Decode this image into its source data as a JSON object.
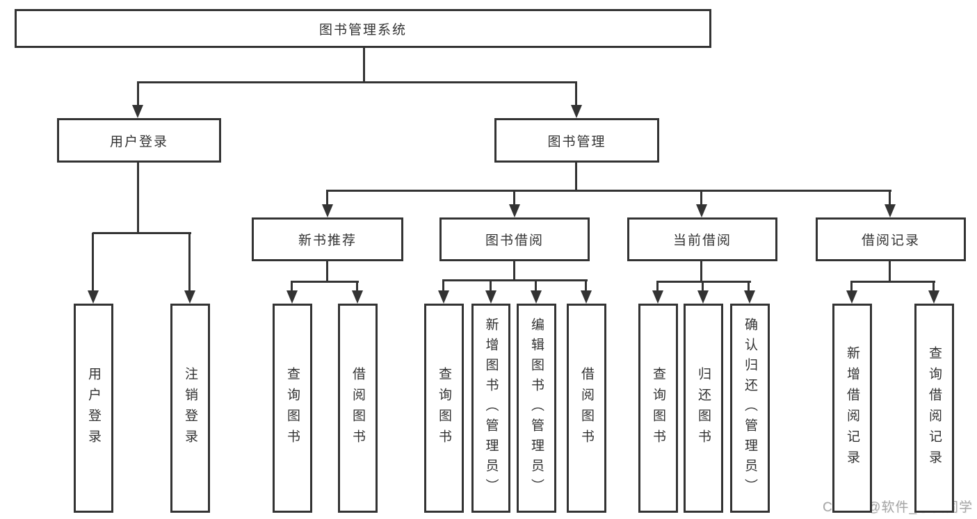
{
  "tree": {
    "label": "图书管理系统",
    "children": [
      {
        "label": "用户登录",
        "children": [
          {
            "label": "用户登录"
          },
          {
            "label": "注销登录"
          }
        ]
      },
      {
        "label": "图书管理",
        "children": [
          {
            "label": "新书推荐",
            "children": [
              {
                "label": "查询图书"
              },
              {
                "label": "借阅图书"
              }
            ]
          },
          {
            "label": "图书借阅",
            "children": [
              {
                "label": "查询图书"
              },
              {
                "label": "新增图书（管理员）"
              },
              {
                "label": "编辑图书（管理员）"
              },
              {
                "label": "借阅图书"
              }
            ]
          },
          {
            "label": "当前借阅",
            "children": [
              {
                "label": "查询图书"
              },
              {
                "label": "归还图书"
              },
              {
                "label": "确认归还（管理员）"
              }
            ]
          },
          {
            "label": "借阅记录",
            "children": [
              {
                "label": "新增借阅记录"
              },
              {
                "label": "查询借阅记录"
              }
            ]
          }
        ]
      }
    ]
  },
  "watermark": "CSDN @软件_小贺同学",
  "colors": {
    "line": "#333333",
    "text": "#323232",
    "watermark": "#a6a6a6",
    "background": "#ffffff"
  }
}
